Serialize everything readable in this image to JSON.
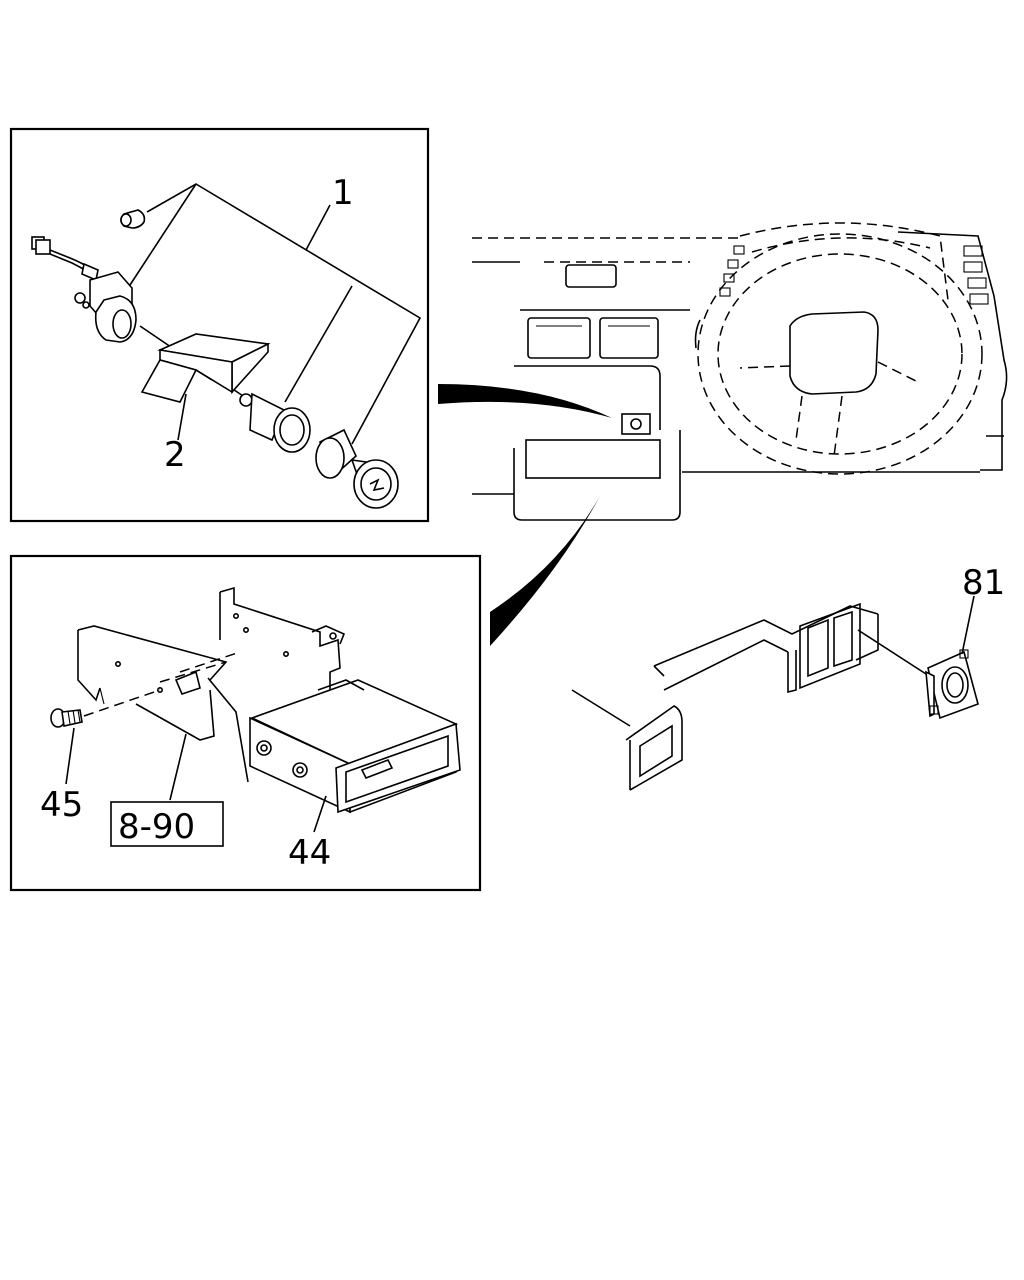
{
  "diagram": {
    "callouts": {
      "cigar_lighter": "1",
      "lighter_bracket": "2",
      "pocket": "44",
      "screw": "45",
      "ref_page": "8-90",
      "lighter_cap": "81"
    }
  }
}
